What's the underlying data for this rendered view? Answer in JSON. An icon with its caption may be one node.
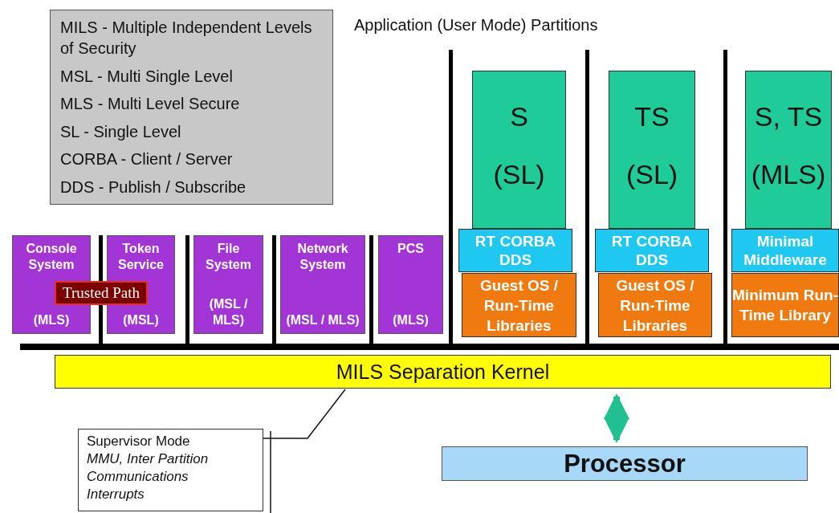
{
  "diagram": {
    "nodes": [
      {
        "text": [
          "MILS - Multiple Independent Levels of Security",
          "MSL - Multi Single Level",
          "MLS - Multi Level Secure",
          "SL - Single Level",
          "CORBA - Client / Server",
          "DDS - Publish / Subscribe"
        ]
      },
      {
        "text": [
          "Console System",
          "Trusted Path",
          "(MLS)"
        ]
      },
      {
        "text": [
          "Token Service",
          "(MSL)"
        ]
      },
      {
        "text": [
          "File System",
          "(MSL / MLS)"
        ]
      },
      {
        "text": [
          "Network System",
          "(MSL / MLS)"
        ]
      },
      {
        "text": [
          "PCS",
          "(MLS)"
        ]
      },
      {
        "text": [
          "S",
          "(SL)"
        ]
      },
      {
        "text": [
          "RT CORBA DDS"
        ]
      },
      {
        "text": [
          "Guest OS / Run-Time Libraries"
        ]
      },
      {
        "text": [
          "TS",
          "(SL)"
        ]
      },
      {
        "text": [
          "RT CORBA DDS"
        ]
      },
      {
        "text": [
          "Guest OS / Run-Time Libraries"
        ]
      },
      {
        "text": [
          "S, TS",
          "(MLS)"
        ]
      },
      {
        "text": [
          "Minimal Middleware"
        ]
      },
      {
        "text": [
          "Minimum Run-Time Library"
        ]
      },
      {
        "text": [
          "MILS Separation Kernel"
        ]
      },
      {
        "text": [
          "Processor"
        ]
      },
      {
        "text": [
          "Supervisor Mode",
          "MMU, Inter Partition Communications",
          "Interrupts"
        ]
      }
    ],
    "edges": [
      {
        "from": 17,
        "to": 15,
        "arrow": "none"
      },
      {
        "from": 15,
        "to": 16,
        "arrow": "both",
        "style": "thick",
        "color": "#20c090"
      }
    ],
    "labels": [
      "Application (User Mode) Partitions"
    ]
  }
}
